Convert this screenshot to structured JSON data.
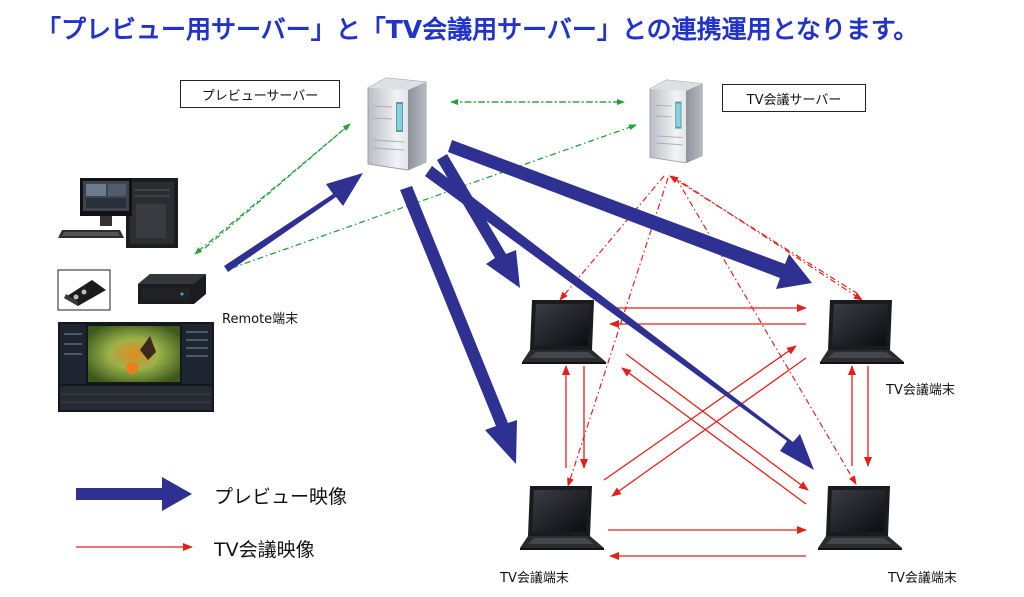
{
  "title": "「プレビュー用サーバー」と「TV会議用サーバー」との連携運用となります。",
  "labels": {
    "preview_server": "プレビューサーバー",
    "tv_server": "TV会議サーバー",
    "remote_terminal": "Remote端末",
    "tv_terminal": "TV会議端末"
  },
  "legend": {
    "preview_video": "プレビュー映像",
    "tv_video": "TV会議映像"
  },
  "colors": {
    "title": "#2233c9",
    "preview_arrow": "#2e3192",
    "tv_arrow": "#e3211c",
    "control_link": "#22a33a"
  },
  "icons": [
    "server-icon",
    "laptop-icon",
    "workstation-icon",
    "capture-device-icon",
    "mini-pc-icon",
    "editing-screen-icon"
  ]
}
